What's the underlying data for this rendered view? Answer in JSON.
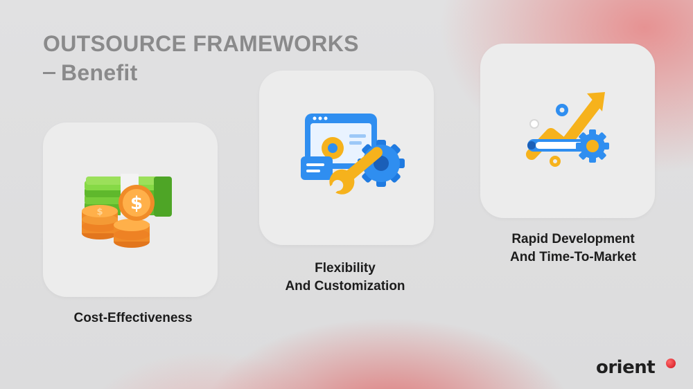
{
  "header": {
    "title_line1": "OUTSOURCE FRAMEWORKS",
    "title_line2": "Benefit"
  },
  "benefits": [
    {
      "label_line1": "Cost-Effectiveness",
      "label_line2": "",
      "icon": "money-stack-icon"
    },
    {
      "label_line1": "Flexibility",
      "label_line2": "And Customization",
      "icon": "window-wrench-gear-icon"
    },
    {
      "label_line1": "Rapid Development",
      "label_line2": "And Time-To-Market",
      "icon": "growth-arrow-gear-icon"
    }
  ],
  "brand": {
    "logo_text": "orient",
    "accent_color": "#d0101b"
  }
}
